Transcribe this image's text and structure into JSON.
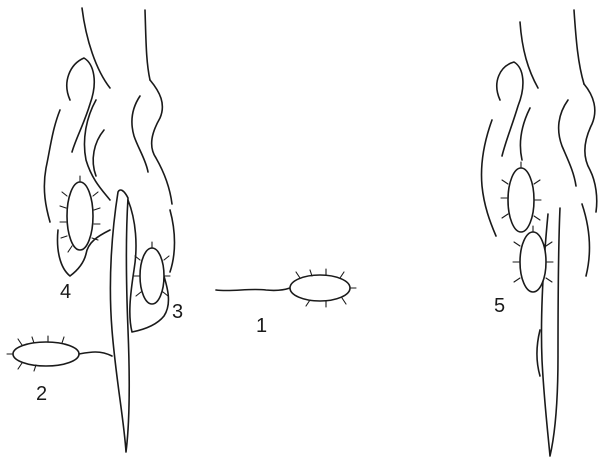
{
  "labels": {
    "stage1": "1",
    "stage2": "2",
    "stage3": "3",
    "stage4": "4",
    "stage5": "5"
  },
  "colors": {
    "ink": "#1a1a1a",
    "background": "#ffffff"
  }
}
